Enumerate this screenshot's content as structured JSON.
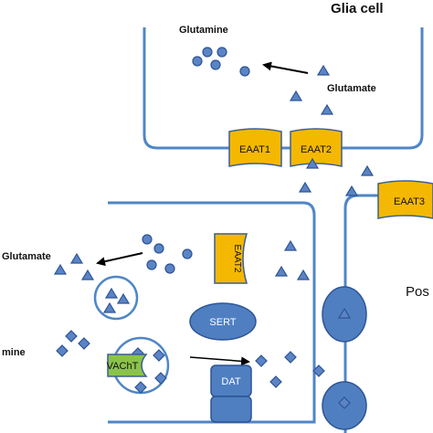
{
  "labels": {
    "glia_cell": "Glia cell",
    "glutamine_top": "Glutamine",
    "glutamate_top": "Glutamate",
    "glutamate_left": "Glutamate",
    "mine_left": "mine",
    "pos_right": "Pos"
  },
  "transporters": {
    "eaat1": "EAAT1",
    "eaat2_top": "EAAT2",
    "eaat3": "EAAT3",
    "eaat2_vertical": "EAAT2",
    "sert": "SERT",
    "vacht": "VAChT",
    "dat": "DAT"
  },
  "colors": {
    "membrane": "#4f86c6",
    "transporter_yellow": "#f5b800",
    "molecule_blue": "#5b84c4",
    "oval_blue": "#4f7fc0",
    "vacht_green": "#8bc34a"
  }
}
